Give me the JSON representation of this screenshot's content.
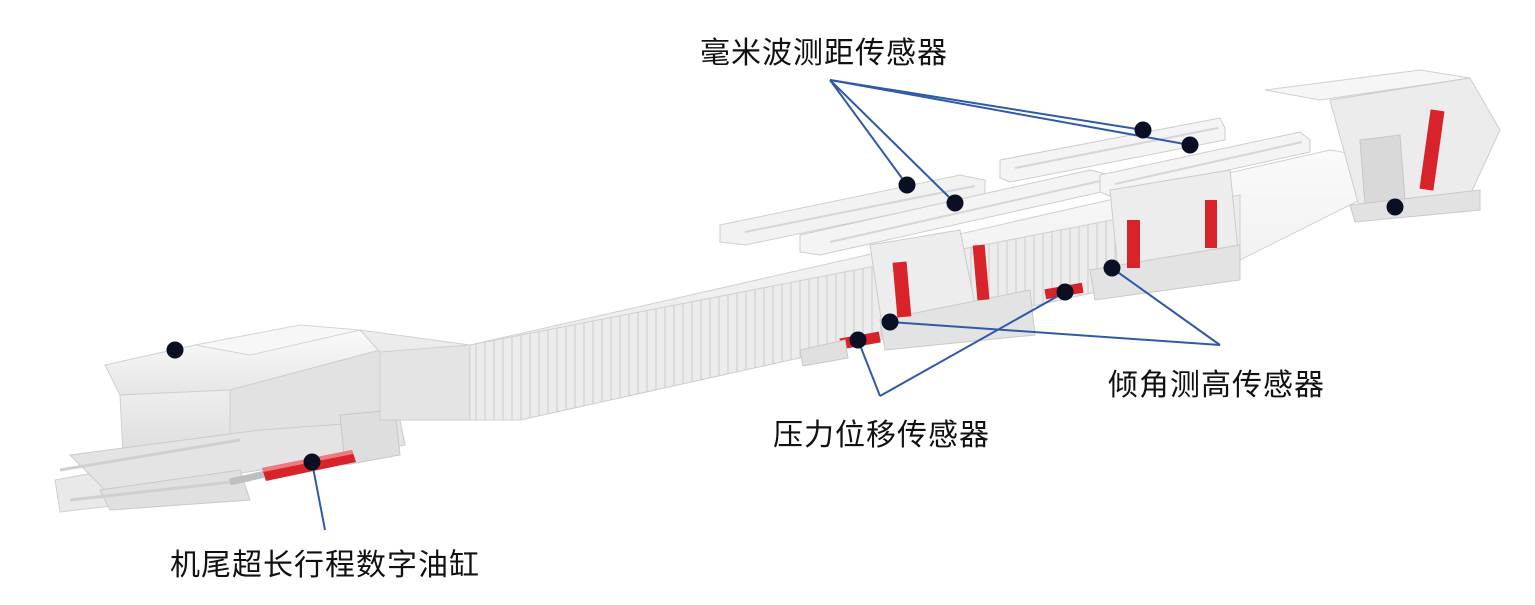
{
  "labels": {
    "mmwave": "毫米波测距传感器",
    "tilt": "倾角测高传感器",
    "pressure": "压力位移传感器",
    "cylinder": "机尾超长行程数字油缸"
  },
  "colors": {
    "leader_line": "#2f5aa8",
    "marker": "#0b0f24",
    "cylinder_red": "#d8232a",
    "structure": "#f2f2f2",
    "structure_shade": "#d9d9d9",
    "structure_edge": "#bdbdbd"
  }
}
